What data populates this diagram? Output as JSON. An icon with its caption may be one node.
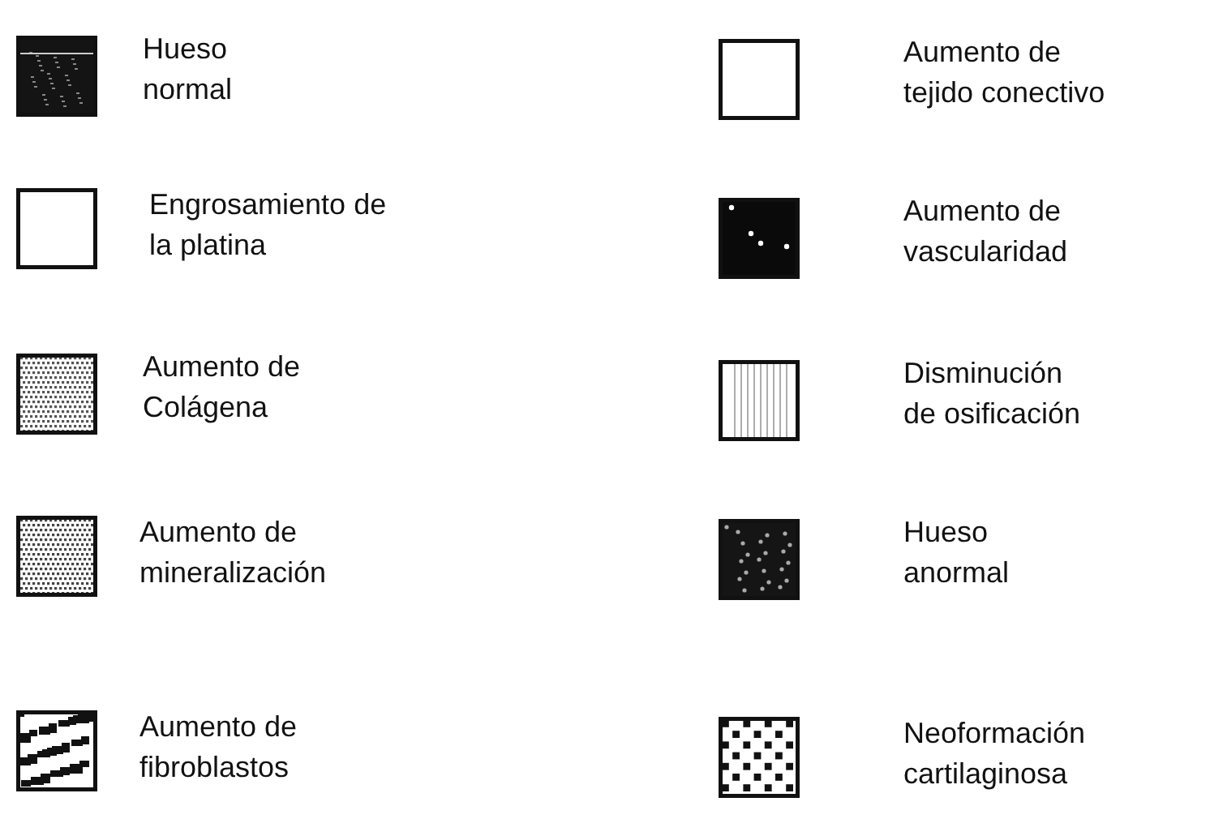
{
  "diagram": {
    "legend": [
      {
        "text": "Hueso normal"
      },
      {
        "text": "Aumento de tejido conectivo"
      },
      {
        "text": "Engrosamiento de la platina"
      },
      {
        "text": "Aumento de vascularidad"
      },
      {
        "text": "Aumento de Colágena"
      },
      {
        "text": "Disminución de osificación"
      },
      {
        "text": "Aumento de mineralización"
      },
      {
        "text": "Hueso anormal"
      },
      {
        "text": "Aumento de fibroblastos"
      },
      {
        "text": "Neoformación cartilaginosa"
      }
    ]
  }
}
